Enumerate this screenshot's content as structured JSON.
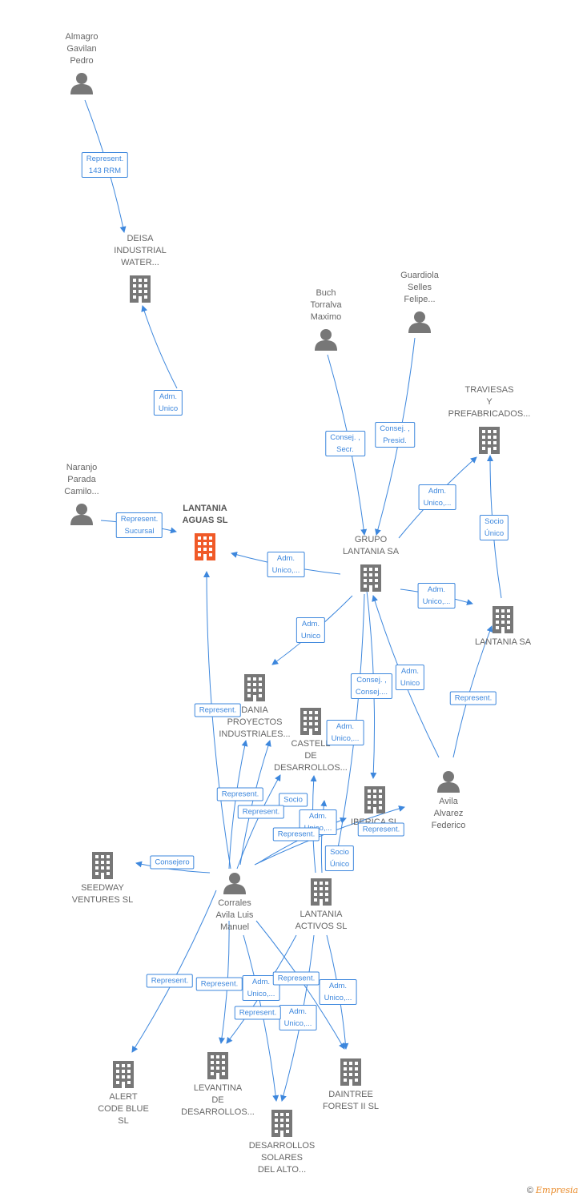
{
  "colors": {
    "edge": "#3d87dd",
    "node": "#777777",
    "highlight": "#f05a28"
  },
  "nodes": [
    {
      "id": "almagro",
      "type": "person",
      "label": "Almagro\nGavilan\nPedro"
    },
    {
      "id": "deisa",
      "type": "company",
      "label": "DEISA\nINDUSTRIAL\nWATER..."
    },
    {
      "id": "naranjo",
      "type": "person",
      "label": "Naranjo\nParada\nCamilo..."
    },
    {
      "id": "lantania_aguas",
      "type": "company",
      "label": "LANTANIA\nAGUAS  SL",
      "highlight": true
    },
    {
      "id": "buch",
      "type": "person",
      "label": "Buch\nTorralva\nMaximo"
    },
    {
      "id": "guardiola",
      "type": "person",
      "label": "Guardiola\nSelles\nFelipe..."
    },
    {
      "id": "traviesas",
      "type": "company",
      "label": "TRAVIESAS\nY\nPREFABRICADOS..."
    },
    {
      "id": "grupo",
      "type": "company",
      "label": "GRUPO\nLANTANIA SA"
    },
    {
      "id": "lantania_sa",
      "type": "company",
      "label": "LANTANIA SA"
    },
    {
      "id": "dania",
      "type": "company",
      "label": "DANIA\nPROYECTOS\nINDUSTRIALES..."
    },
    {
      "id": "castell",
      "type": "company",
      "label": "CASTELL\nDE\nDESARROLLOS..."
    },
    {
      "id": "iberica",
      "type": "company",
      "label": "IBERICA  SL"
    },
    {
      "id": "avila",
      "type": "person",
      "label": "Avila\nAlvarez\nFederico"
    },
    {
      "id": "seedway",
      "type": "company",
      "label": "SEEDWAY\nVENTURES  SL"
    },
    {
      "id": "corrales",
      "type": "person",
      "label": "Corrales\nAvila Luis\nManuel"
    },
    {
      "id": "lantania_activos",
      "type": "company",
      "label": "LANTANIA\nACTIVOS  SL"
    },
    {
      "id": "alert",
      "type": "company",
      "label": "ALERT\nCODE BLUE\nSL"
    },
    {
      "id": "levantina",
      "type": "company",
      "label": "LEVANTINA\nDE\nDESARROLLOS..."
    },
    {
      "id": "daintree",
      "type": "company",
      "label": "DAINTREE\nFOREST II  SL"
    },
    {
      "id": "desarrollos",
      "type": "company",
      "label": "DESARROLLOS\nSOLARES\nDEL ALTO..."
    }
  ],
  "relations": [
    "Represent.\n143 RRM",
    "Adm.\nUnico",
    "Represent.\nSucursal",
    "Consej. ,\nSecr.",
    "Consej. ,\nPresid.",
    "Adm.\nUnico,...",
    "Adm.\nUnico,...",
    "Adm.\nUnico,...",
    "Socio\nÚnico",
    "Adm.\nUnico",
    "Consej. ,\nConsej....",
    "Adm.\nUnico",
    "Represent.",
    "Represent.",
    "Adm.\nUnico,...",
    "Represent.",
    "Socio",
    "Represent.",
    "Adm.\nUnico,...",
    "Represent.",
    "Represent.",
    "Socio\nÚnico",
    "Consejero",
    "Represent.",
    "Represent.",
    "Adm.\nUnico,...",
    "Represent.",
    "Adm.\nUnico,...",
    "Represent.",
    "Adm.\nUnico,..."
  ],
  "footer": {
    "copyright": "©",
    "brand": "Empresia"
  }
}
